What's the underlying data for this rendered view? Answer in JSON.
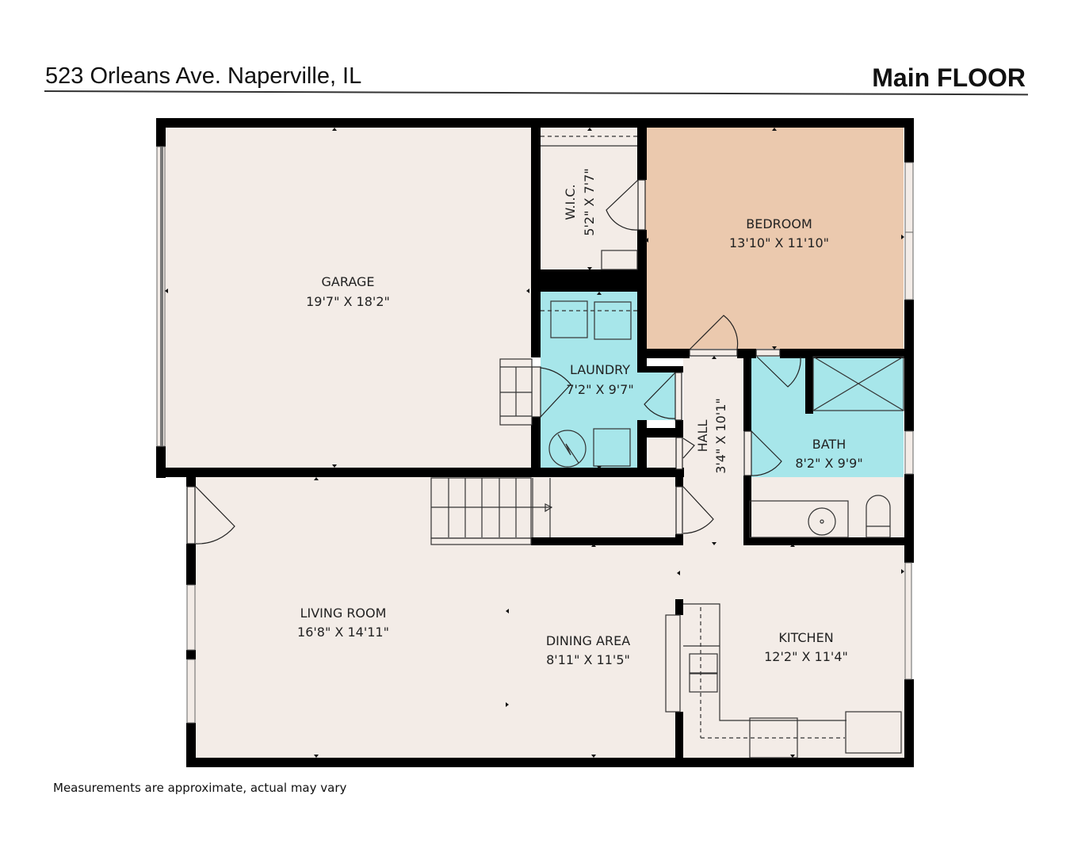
{
  "header": {
    "address": "523 Orleans Ave. Naperville, IL",
    "floor": "Main FLOOR"
  },
  "footer": {
    "note": "Measurements are approximate, actual may vary"
  },
  "colors": {
    "wall": "#000000",
    "floor_default": "#f3ece7",
    "bedroom": "#ebc9ae",
    "wet_room": "#a7e6ea",
    "fixture_line": "#333333"
  },
  "rooms": [
    {
      "id": "garage",
      "name": "GARAGE",
      "dims": "19'7\" X 18'2\""
    },
    {
      "id": "wic",
      "name": "W.I.C.",
      "dims": "5'2\" X 7'7\""
    },
    {
      "id": "bedroom",
      "name": "BEDROOM",
      "dims": "13'10\" X 11'10\""
    },
    {
      "id": "laundry",
      "name": "LAUNDRY",
      "dims": "7'2\" X 9'7\""
    },
    {
      "id": "hall",
      "name": "HALL",
      "dims": "3'4\" X 10'1\""
    },
    {
      "id": "bath",
      "name": "BATH",
      "dims": "8'2\" X 9'9\""
    },
    {
      "id": "living",
      "name": "LIVING ROOM",
      "dims": "16'8\" X 14'11\""
    },
    {
      "id": "dining",
      "name": "DINING AREA",
      "dims": "8'11\" X 11'5\""
    },
    {
      "id": "kitchen",
      "name": "KITCHEN",
      "dims": "12'2\" X 11'4\""
    }
  ]
}
